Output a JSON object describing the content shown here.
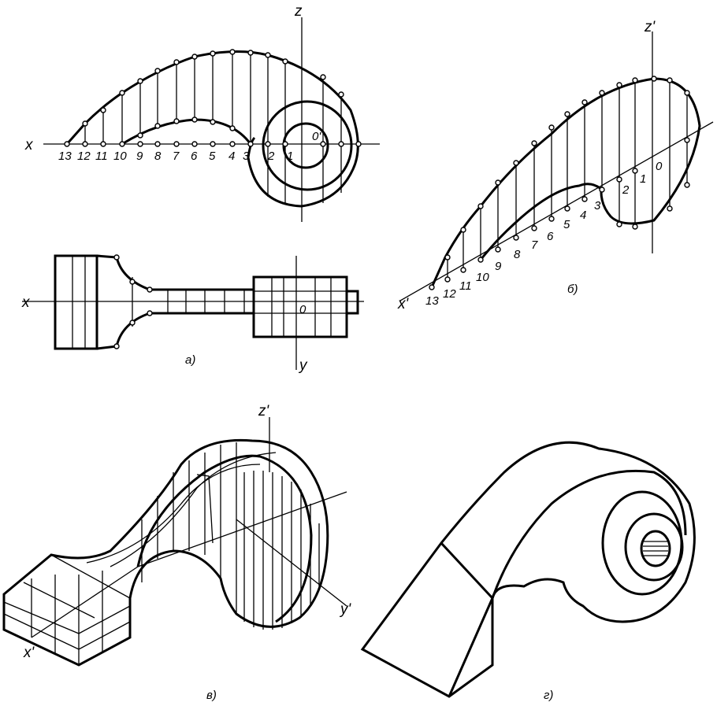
{
  "view_a": {
    "caption": "a)",
    "front": {
      "axis_x": "x",
      "axis_z": "z",
      "origin": "0'",
      "points": [
        "13",
        "12",
        "11",
        "10",
        "9",
        "8",
        "7",
        "6",
        "5",
        "4",
        "3",
        "2",
        "1"
      ]
    },
    "plan": {
      "axis_x": "x",
      "axis_y": "y",
      "origin": "0"
    }
  },
  "view_b": {
    "caption": "б)",
    "axis_x": "x'",
    "axis_z": "z'",
    "origin": "0",
    "points": [
      "13",
      "12",
      "11",
      "10",
      "9",
      "8",
      "7",
      "6",
      "5",
      "4",
      "3",
      "2",
      "1"
    ]
  },
  "view_v": {
    "caption": "в)",
    "axis_x": "x'",
    "axis_y": "y'",
    "axis_z": "z'"
  },
  "view_g": {
    "caption": "г)"
  }
}
